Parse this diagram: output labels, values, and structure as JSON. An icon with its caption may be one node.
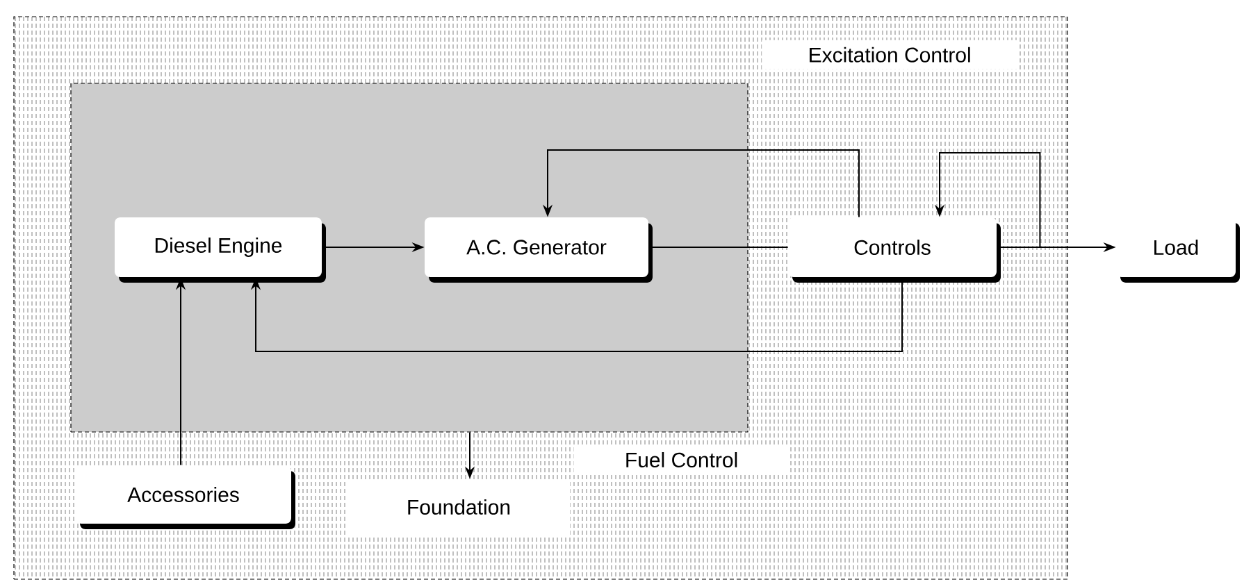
{
  "diagram": {
    "nodes": [
      {
        "text": [
          "Excitation Control"
        ]
      },
      {
        "text": [
          "Fuel Control"
        ],
        "in": 0
      },
      {
        "text": [
          "Diesel Engine"
        ],
        "in": 1
      },
      {
        "text": [
          "A.C. Generator"
        ],
        "in": 1
      },
      {
        "text": [
          "Controls"
        ],
        "in": 0
      },
      {
        "text": [
          "Load"
        ]
      },
      {
        "text": [
          "Accessories"
        ],
        "in": 0
      },
      {
        "text": [
          "Foundation"
        ],
        "in": 0
      }
    ],
    "edges": [
      {
        "from": 2,
        "to": 3,
        "arrow": "to"
      },
      {
        "from": 3,
        "to": 4,
        "arrow": "none"
      },
      {
        "from": 4,
        "to": 5,
        "arrow": "to"
      },
      {
        "from": 4,
        "to": 3,
        "arrow": "to"
      },
      {
        "from": 4,
        "to": 4,
        "arrow": "to"
      },
      {
        "from": 4,
        "to": 2,
        "arrow": "to"
      },
      {
        "from": 6,
        "to": 2,
        "arrow": "to"
      },
      {
        "from": 1,
        "to": 7,
        "arrow": "to"
      }
    ]
  }
}
